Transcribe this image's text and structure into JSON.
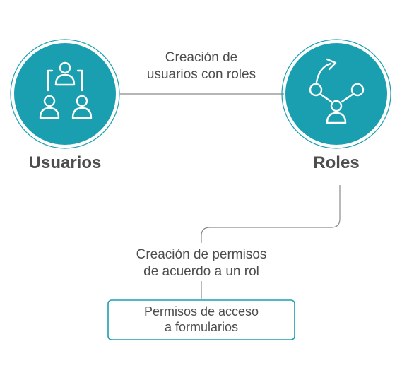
{
  "nodes": {
    "usuarios": {
      "label": "Usuarios",
      "icon": "users-group-icon"
    },
    "roles": {
      "label": "Roles",
      "icon": "role-hierarchy-icon"
    }
  },
  "edges": {
    "usuarios_roles": {
      "line1": "Creación de",
      "line2": "usuarios con roles"
    },
    "roles_permisos": {
      "line1": "Creación de permisos",
      "line2": "de acuerdo a un rol"
    }
  },
  "result_box": {
    "line1": "Permisos de acceso",
    "line2": "a formularios"
  },
  "colors": {
    "accent": "#1a9fb0",
    "accent_ring": "#1a9fb0",
    "line": "#8a8a8a",
    "text": "#4d4d4d",
    "icon_stroke": "#ffffff"
  }
}
